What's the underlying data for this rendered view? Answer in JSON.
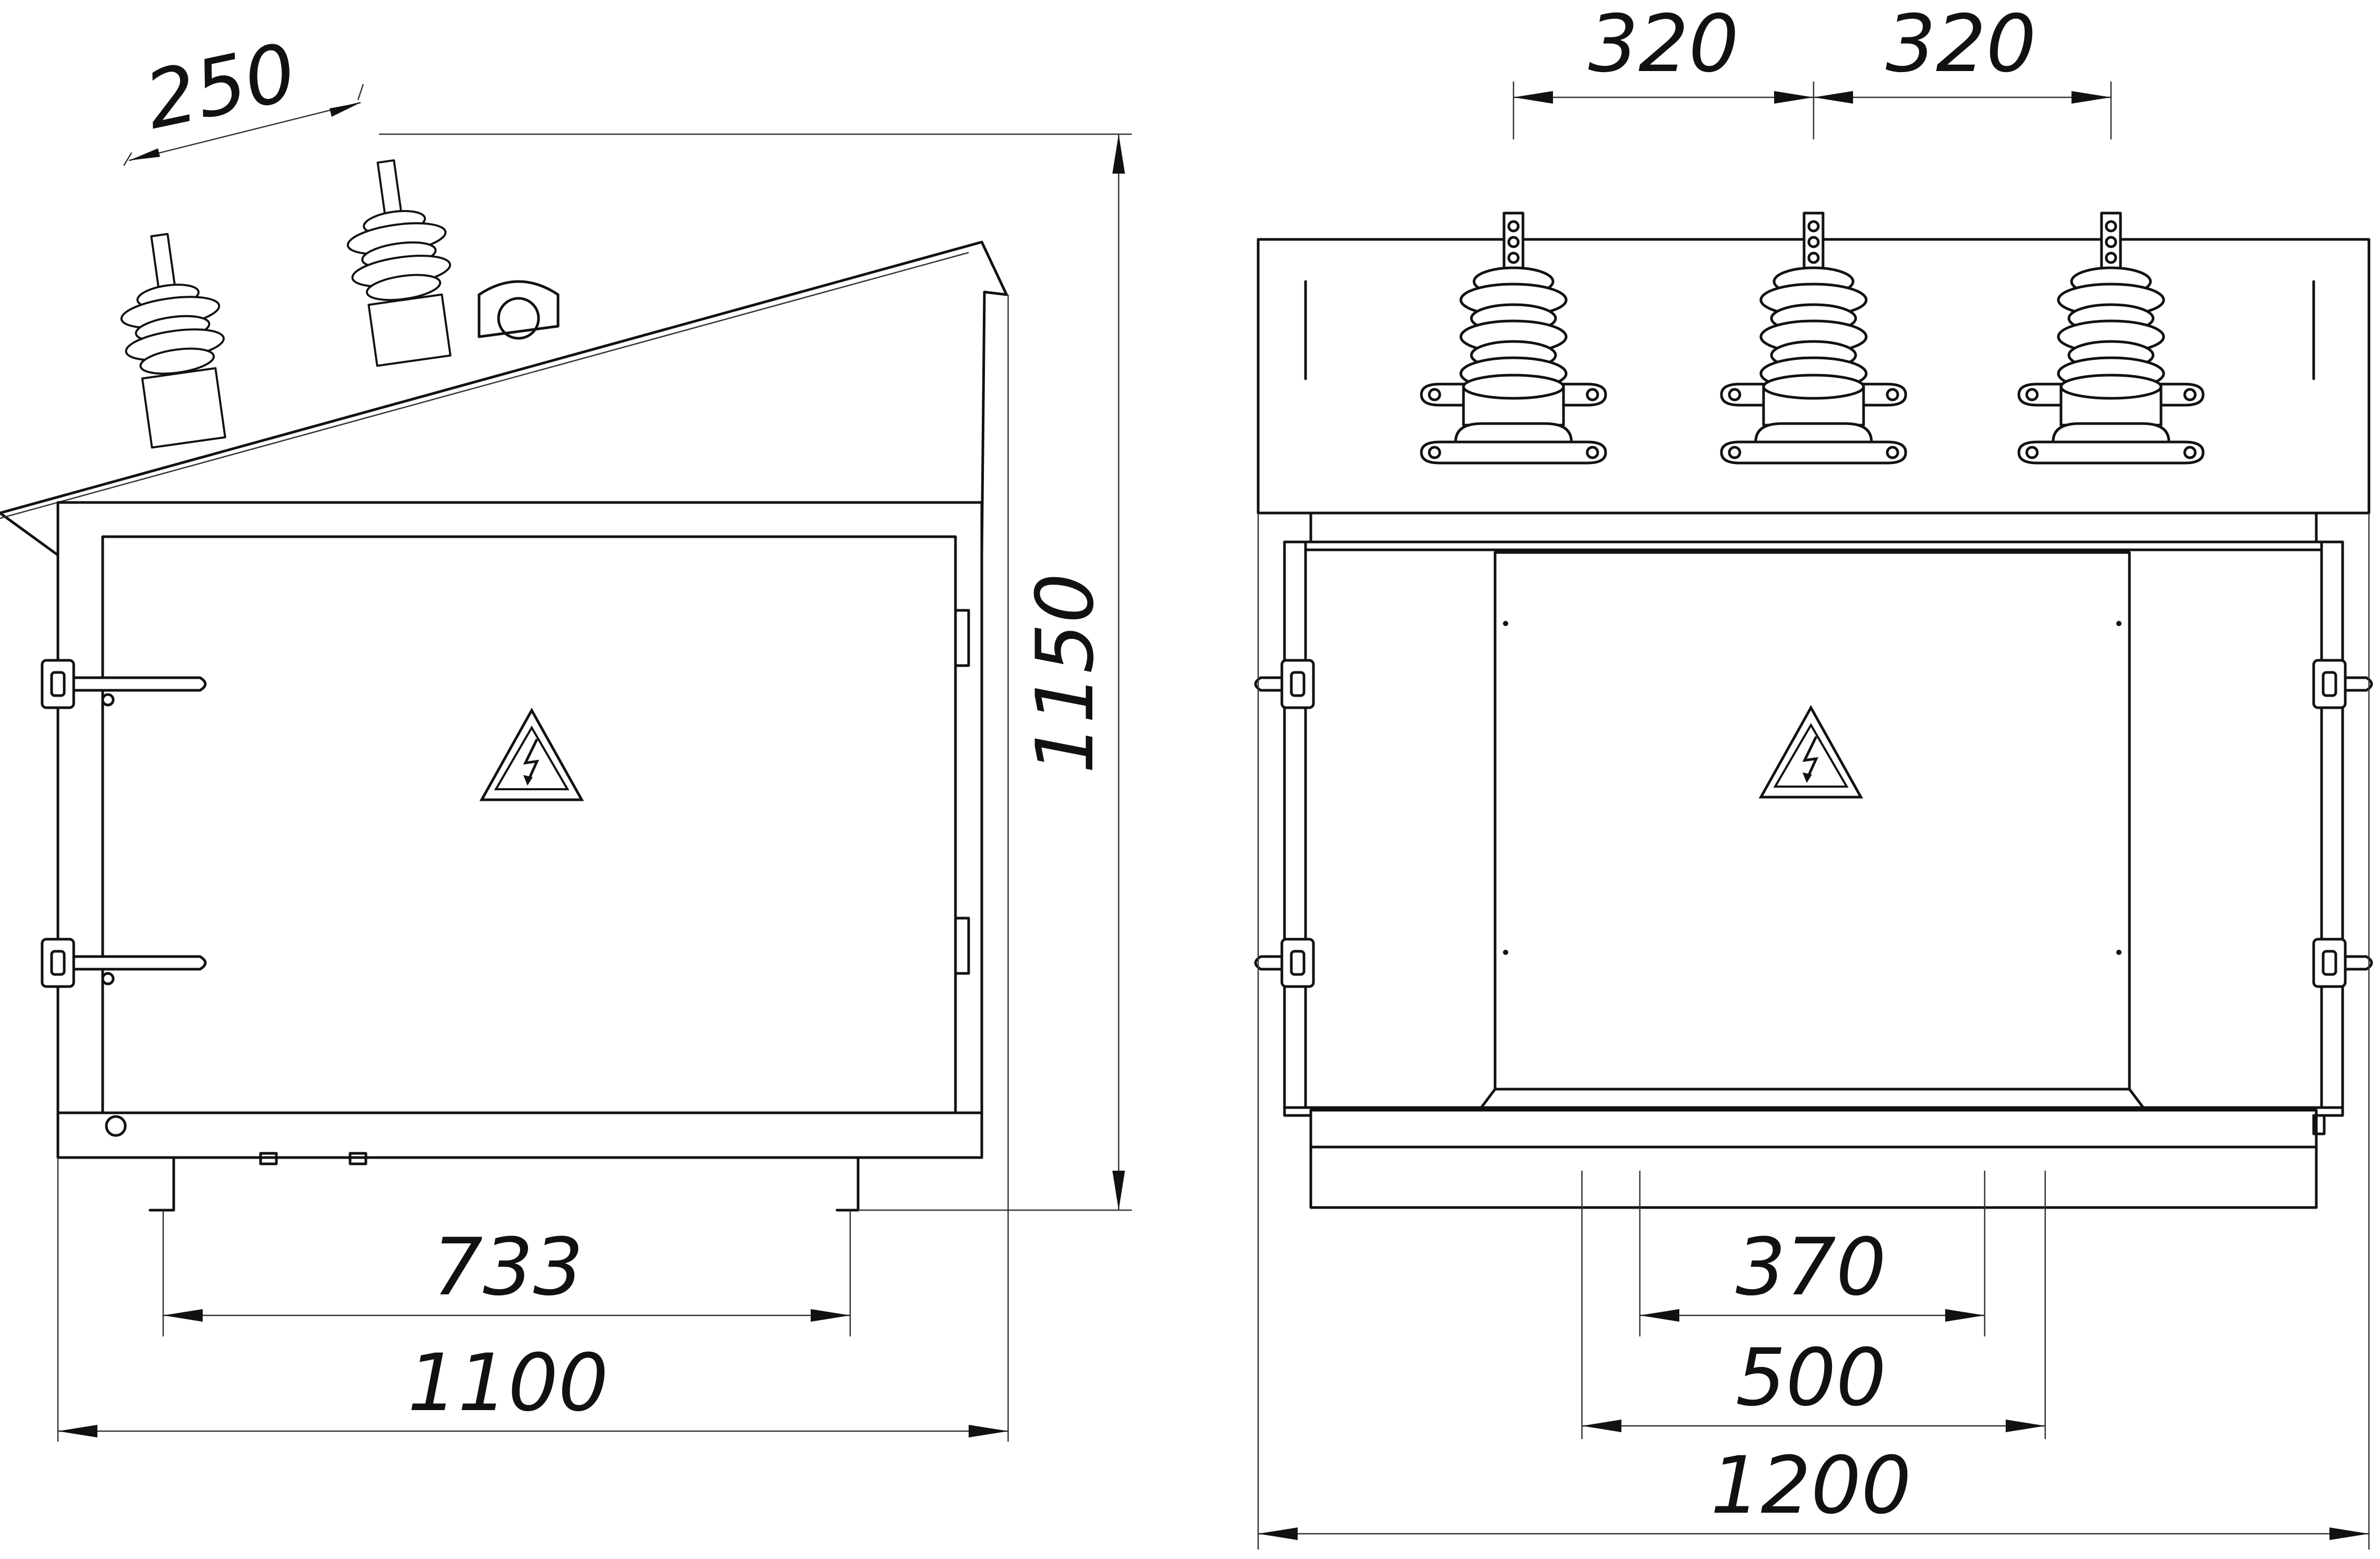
{
  "side_view": {
    "dim_bushing_spacing": "250",
    "dim_height": "1150",
    "dim_feet_spacing": "733",
    "dim_depth": "1100",
    "warning_symbol": "high-voltage-warning-icon"
  },
  "front_view": {
    "dim_phase_spacing_left": "320",
    "dim_phase_spacing_right": "320",
    "dim_rail_spacing_inner": "370",
    "dim_rail_spacing_outer": "500",
    "dim_width": "1200",
    "warning_symbol": "high-voltage-warning-icon"
  },
  "colors": {
    "line": "#111111",
    "background": "#ffffff"
  }
}
